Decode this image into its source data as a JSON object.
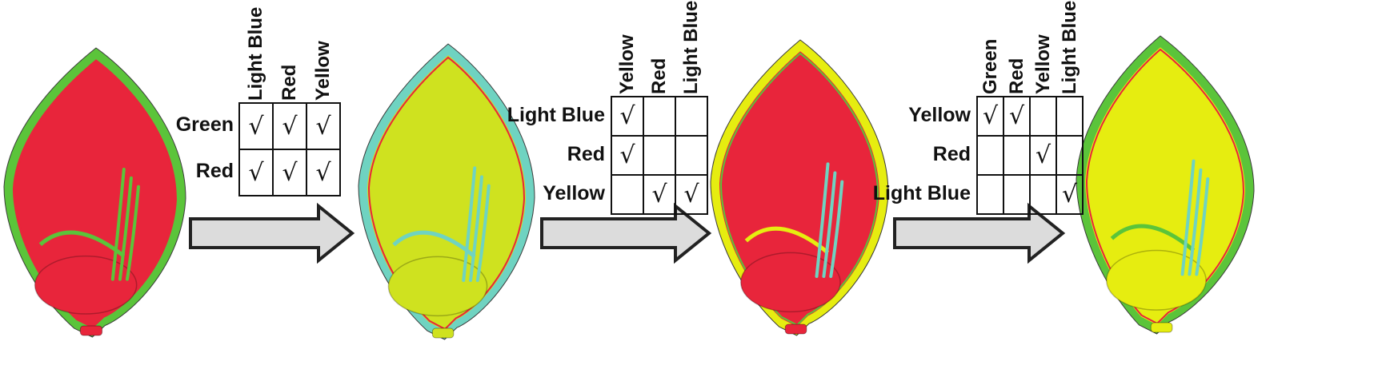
{
  "colors": {
    "green": "#5bc43a",
    "red": "#e8253b",
    "yellow": "#e6ed10",
    "yellow_green": "#cfe21f",
    "light_blue": "#6fd3c1",
    "arrow_fill": "#dcdcdc",
    "arrow_stroke": "#222222"
  },
  "check_symbol": "√",
  "tables": [
    {
      "columns": [
        "Light Blue",
        "Red",
        "Yellow"
      ],
      "rows": [
        {
          "label": "Green",
          "cells": [
            true,
            true,
            true
          ]
        },
        {
          "label": "Red",
          "cells": [
            true,
            true,
            true
          ]
        }
      ]
    },
    {
      "columns": [
        "Yellow",
        "Red",
        "Light Blue"
      ],
      "rows": [
        {
          "label": "Light Blue",
          "cells": [
            true,
            false,
            false
          ]
        },
        {
          "label": "Red",
          "cells": [
            true,
            false,
            false
          ]
        },
        {
          "label": "Yellow",
          "cells": [
            false,
            true,
            true
          ]
        }
      ]
    },
    {
      "columns": [
        "Green",
        "Red",
        "Yellow",
        "Light Blue"
      ],
      "rows": [
        {
          "label": "Yellow",
          "cells": [
            true,
            true,
            false,
            false
          ]
        },
        {
          "label": "Red",
          "cells": [
            false,
            false,
            true,
            false
          ]
        },
        {
          "label": "Light Blue",
          "cells": [
            false,
            false,
            false,
            true
          ]
        }
      ]
    }
  ],
  "leaves": [
    {
      "name": "leaf-1",
      "rim": "green",
      "body": "red",
      "inner_rim": "red",
      "streak": "green"
    },
    {
      "name": "leaf-2",
      "rim": "light_blue",
      "body": "yellow_green",
      "inner_rim": "red",
      "streak": "light_blue"
    },
    {
      "name": "leaf-3",
      "rim": "yellow",
      "body": "red",
      "inner_rim": "green",
      "streak": "light_blue"
    },
    {
      "name": "leaf-4",
      "rim": "green",
      "body": "yellow",
      "inner_rim": "red",
      "streak": "light_blue"
    }
  ]
}
